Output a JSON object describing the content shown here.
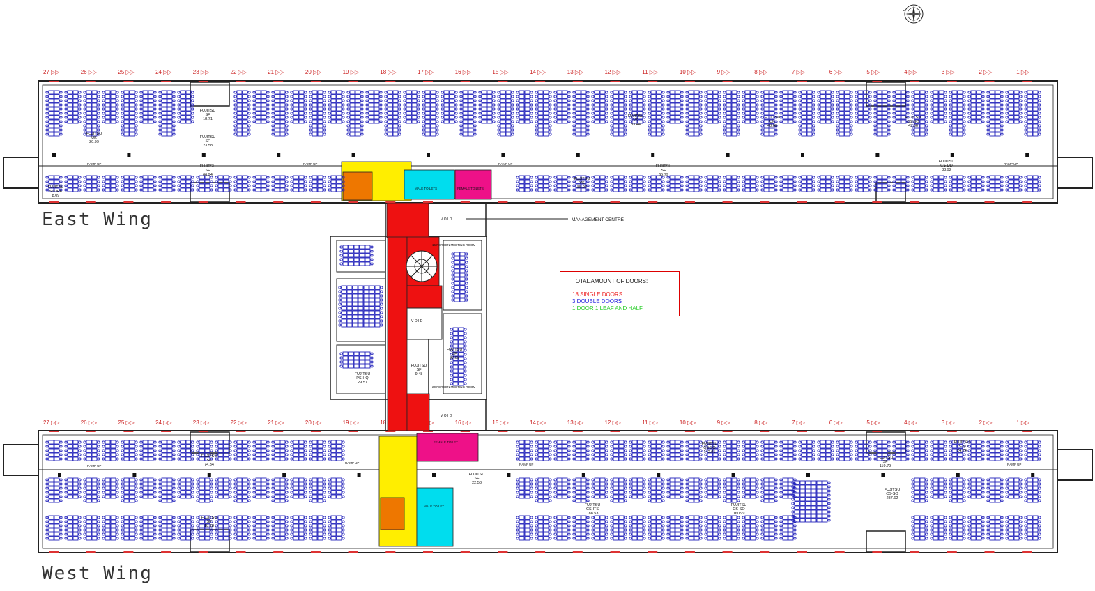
{
  "wings": {
    "east": {
      "label": "East Wing"
    },
    "west": {
      "label": "West Wing"
    }
  },
  "bay_numbers": [
    "27",
    "26",
    "25",
    "24",
    "23",
    "22",
    "21",
    "20",
    "19",
    "18",
    "17",
    "16",
    "15",
    "14",
    "13",
    "12",
    "11",
    "10",
    "9",
    "8",
    "7",
    "6",
    "5",
    "4",
    "3",
    "2",
    "1"
  ],
  "bay_arrow": "▷▷",
  "labels": {
    "management_centre": "MANAGEMENT CENTRE",
    "void": "V O I D",
    "meeting_16": "16 PERSON MEETING ROOM",
    "meeting_20": "20 PERSON MEETING ROOM",
    "ramp_up": "RAMP UP",
    "male_toilets": "MALE TOILETS",
    "female_toilets": "FEMALE TOILETS",
    "female_toilet": "FEMALE TOILET",
    "male_toilet": "MALE TOILET",
    "fujitsu": "FUJITSU"
  },
  "legend": {
    "title": "TOTAL AMOUNT OF DOORS:",
    "single": "18 SINGLE DOORS",
    "double": "3 DOUBLE DOORS",
    "leaf": "1 DOOR 1 LEAF AND HALF"
  },
  "colors": {
    "wall": "#222222",
    "furniture": "#2222bb",
    "bay_number": "#cc2222",
    "core_red": "#ee1111",
    "core_yellow": "#ffee00",
    "core_orange": "#ee7700",
    "core_cyan": "#00ddee",
    "core_magenta": "#ee1188",
    "legend_red": "#ee2222",
    "legend_blue": "#2222dd",
    "legend_green": "#22cc22"
  },
  "east_room_labels": [
    {
      "name": "UK",
      "area": "20.99"
    },
    {
      "name": "SF",
      "area": "18.71"
    },
    {
      "name": "SF",
      "area": "23.58"
    },
    {
      "name": "SF",
      "area": "66.94"
    },
    {
      "name": "VS",
      "area": "83.44"
    },
    {
      "name": "SF",
      "area": "65.79"
    },
    {
      "name": "UK",
      "area": "40.66"
    },
    {
      "name": "CS-SO",
      "area": "43.66"
    },
    {
      "name": "CS-DD",
      "area": "33.92"
    },
    {
      "name": "VS",
      "area": "85.94"
    },
    {
      "name": "STORE",
      "area": "8.09"
    }
  ],
  "centre_labels": [
    {
      "name": "PS-HQ",
      "area": "29.57"
    },
    {
      "name": "SF",
      "area": "37.08"
    },
    {
      "name": "SF",
      "area": "9.48"
    }
  ],
  "west_room_labels": [
    {
      "name": "SF",
      "area": "74.34"
    },
    {
      "name": "SF",
      "area": "18.28"
    },
    {
      "name": "SF",
      "area": "22.58"
    },
    {
      "name": "CS-SO",
      "area": "142.01"
    },
    {
      "name": "CS-ITS",
      "area": "188.53"
    },
    {
      "name": "CS-SO",
      "area": "160.99"
    },
    {
      "name": "SF",
      "area": "119.79"
    },
    {
      "name": "CS-SO",
      "area": "287.62"
    },
    {
      "name": "CS-SO",
      "area": "24.74"
    }
  ]
}
